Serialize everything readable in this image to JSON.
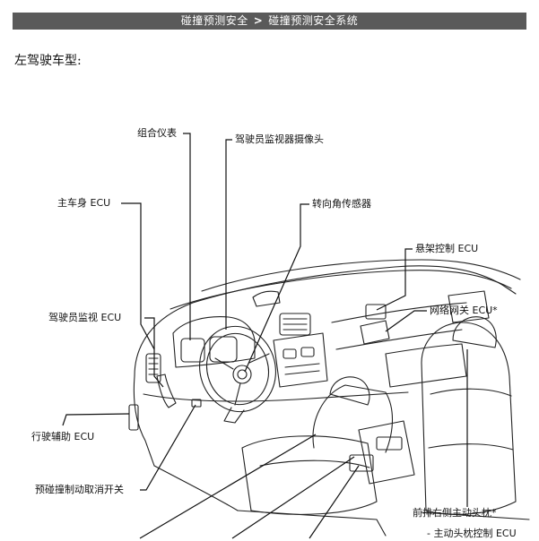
{
  "header": {
    "section": "碰撞预测安全",
    "separator": ">",
    "subsection": "碰撞预测安全系统"
  },
  "subtitle": "左驾驶车型:",
  "labels": {
    "combination_meter": "组合仪表",
    "driver_monitor_camera": "驾驶员监视器摄像头",
    "main_body_ecu": "主车身 ECU",
    "steering_angle_sensor": "转向角传感器",
    "suspension_control_ecu": "悬架控制 ECU",
    "network_gateway_ecu": "网络网关 ECU*",
    "driver_monitor_ecu": "驾驶员监视 ECU",
    "driving_support_ecu": "行驶辅助 ECU",
    "pre_crash_brake_off_switch": "预碰撞制动取消开关",
    "front_right_active_headrest": "前排右侧主动头枕*",
    "active_headrest_control_ecu": "- 主动头枕控制 ECU"
  }
}
